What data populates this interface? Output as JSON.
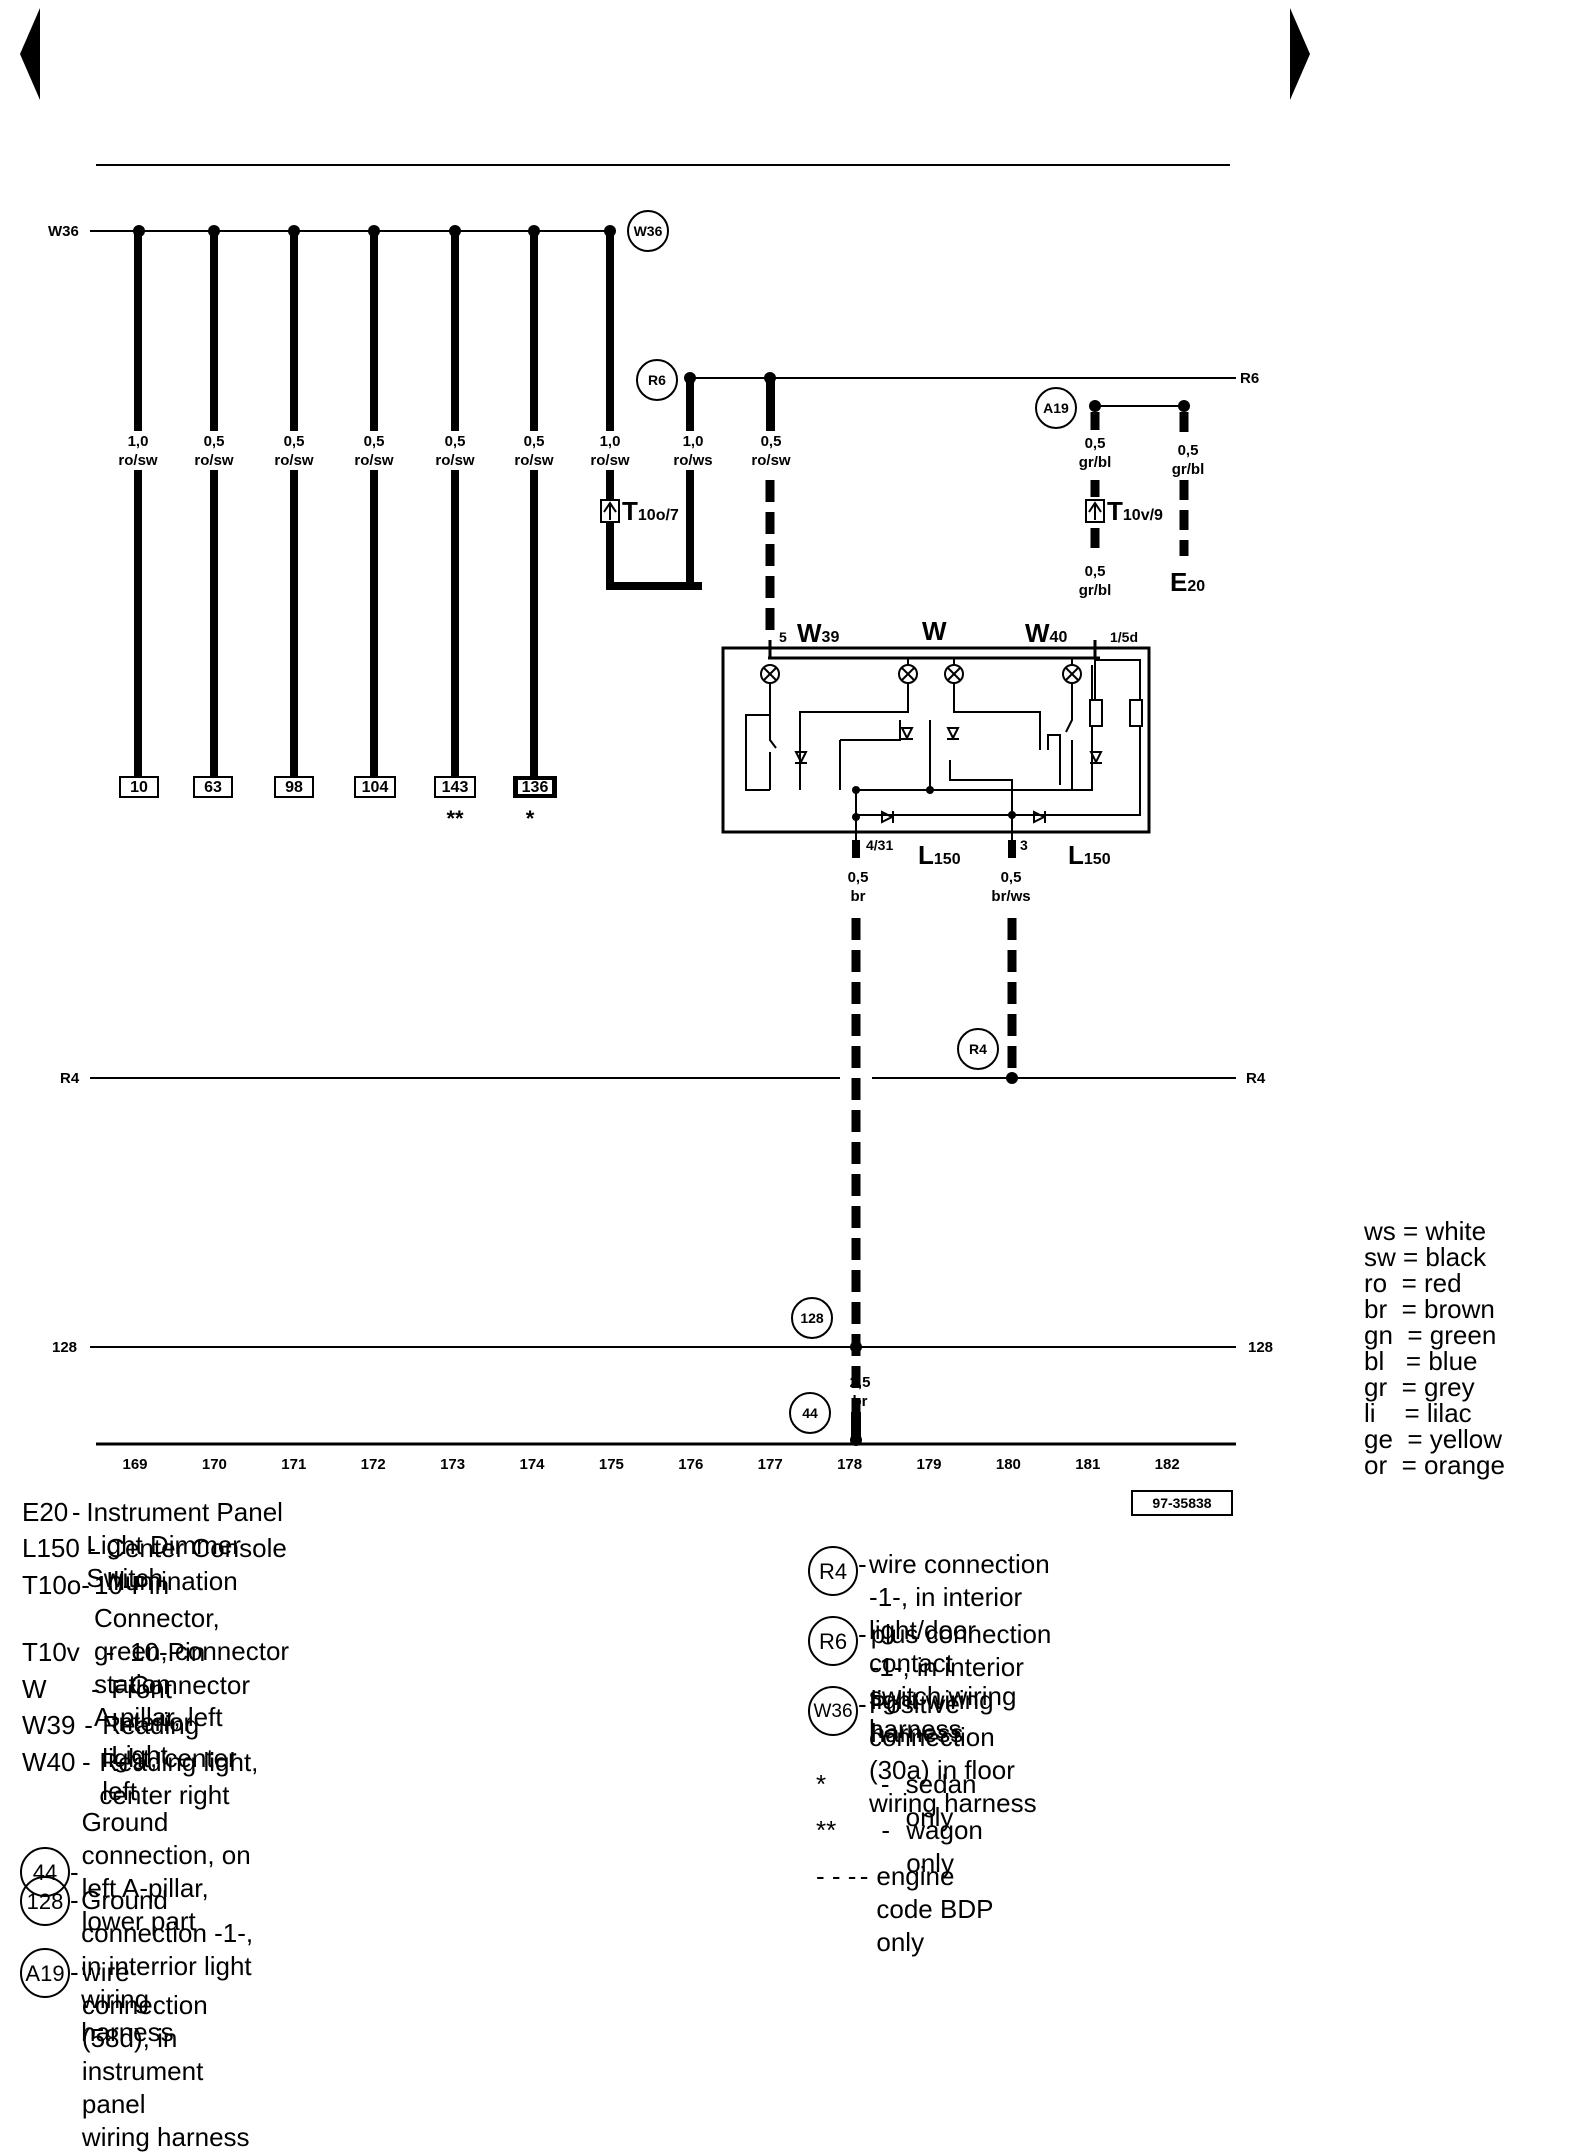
{
  "nav": {
    "prev_icon": "triangle-left-icon",
    "next_icon": "triangle-right-icon"
  },
  "buses": {
    "w36": "W36",
    "r6": "R6",
    "r4": "R4",
    "g128": "128"
  },
  "connection_circles": {
    "w36": "W36",
    "r6": "R6",
    "a19": "A19",
    "r4": "R4",
    "g128": "128",
    "g44": "44"
  },
  "wires": [
    {
      "size": "1,0",
      "color": "ro/sw",
      "target": "10"
    },
    {
      "size": "0,5",
      "color": "ro/sw",
      "target": "63"
    },
    {
      "size": "0,5",
      "color": "ro/sw",
      "target": "98"
    },
    {
      "size": "0,5",
      "color": "ro/sw",
      "target": "104"
    },
    {
      "size": "0,5",
      "color": "ro/sw",
      "target": "143",
      "mark": "**"
    },
    {
      "size": "0,5",
      "color": "ro/sw",
      "target": "136",
      "mark": "*"
    },
    {
      "size": "1,0",
      "color": "ro/sw"
    },
    {
      "size": "1,0",
      "color": "ro/ws"
    },
    {
      "size": "0,5",
      "color": "ro/sw"
    }
  ],
  "connectors": {
    "t10o": {
      "main": "T",
      "sub": "10o/7"
    },
    "t10v": {
      "main": "T",
      "sub": "10v/9"
    }
  },
  "a19_wires": [
    {
      "size": "0,5",
      "color": "gr/bl"
    },
    {
      "size": "0,5",
      "color": "gr/bl"
    },
    {
      "size": "0,5",
      "color": "gr/bl"
    }
  ],
  "components": {
    "e20": {
      "main": "E",
      "sub": "20"
    },
    "w39": {
      "main": "W",
      "sub": "39",
      "pin": "5"
    },
    "w": {
      "main": "W"
    },
    "w40": {
      "main": "W",
      "sub": "40",
      "pin": "1/5d"
    },
    "l150_a": {
      "main": "L",
      "sub": "150",
      "pin": "4/31"
    },
    "l150_b": {
      "main": "L",
      "sub": "150",
      "pin": "3"
    }
  },
  "lower_wires": [
    {
      "size": "0,5",
      "color": "br"
    },
    {
      "size": "0,5",
      "color": "br/ws"
    },
    {
      "size": "2,5",
      "color": "br"
    }
  ],
  "columns": [
    "169",
    "170",
    "171",
    "172",
    "173",
    "174",
    "175",
    "176",
    "177",
    "178",
    "179",
    "180",
    "181",
    "182"
  ],
  "doc_number": "97-35838",
  "color_codes": [
    {
      "code": "ws",
      "name": "white"
    },
    {
      "code": "sw",
      "name": "black"
    },
    {
      "code": "ro",
      "name": "red"
    },
    {
      "code": "br",
      "name": "brown"
    },
    {
      "code": "gn",
      "name": "green"
    },
    {
      "code": "bl",
      "name": "blue"
    },
    {
      "code": "gr",
      "name": "grey"
    },
    {
      "code": "li",
      "name": "lilac"
    },
    {
      "code": "ge",
      "name": "yellow"
    },
    {
      "code": "or",
      "name": "orange"
    }
  ],
  "legend_left": [
    {
      "code": "E20",
      "text": "Instrument Panel Light Dimmer Switch"
    },
    {
      "code": "L150",
      "text": "Center Console Illumination"
    },
    {
      "code": "T10o",
      "text": "10-Pin Connector, green, connector station",
      "text2": "A-pillar, left"
    },
    {
      "code": "T10v",
      "text": "10-Pin Connector"
    },
    {
      "code": "W",
      "text": "Front Interior Light"
    },
    {
      "code": "W39",
      "text": "Reading light, center left"
    },
    {
      "code": "W40",
      "text": "Reading light, center right"
    }
  ],
  "legend_left_circles": [
    {
      "code": "44",
      "text": "Ground connection, on left A-pillar, lower part"
    },
    {
      "code": "128",
      "text": "Ground connection -1-, in interrior light wiring",
      "text2": "harness"
    },
    {
      "code": "A19",
      "text": "wire connection (58d), in instrument panel",
      "text2": "wiring harness"
    }
  ],
  "legend_right_circles": [
    {
      "code": "R4",
      "text": "wire connection -1-, in interior light/door contact",
      "text2": "switch wiring harness"
    },
    {
      "code": "R6",
      "text": "plus connection -1-, in interior light wiring",
      "text2": "harness"
    },
    {
      "code": "W36",
      "text": "Positive connection (30a) in floor wiring harness"
    }
  ],
  "legend_symbols": [
    {
      "symbol": "*",
      "text": "sedan only"
    },
    {
      "symbol": "**",
      "text": "wagon only"
    },
    {
      "symbol": "- - -",
      "text": "engine code BDP only"
    }
  ],
  "dash": "-"
}
